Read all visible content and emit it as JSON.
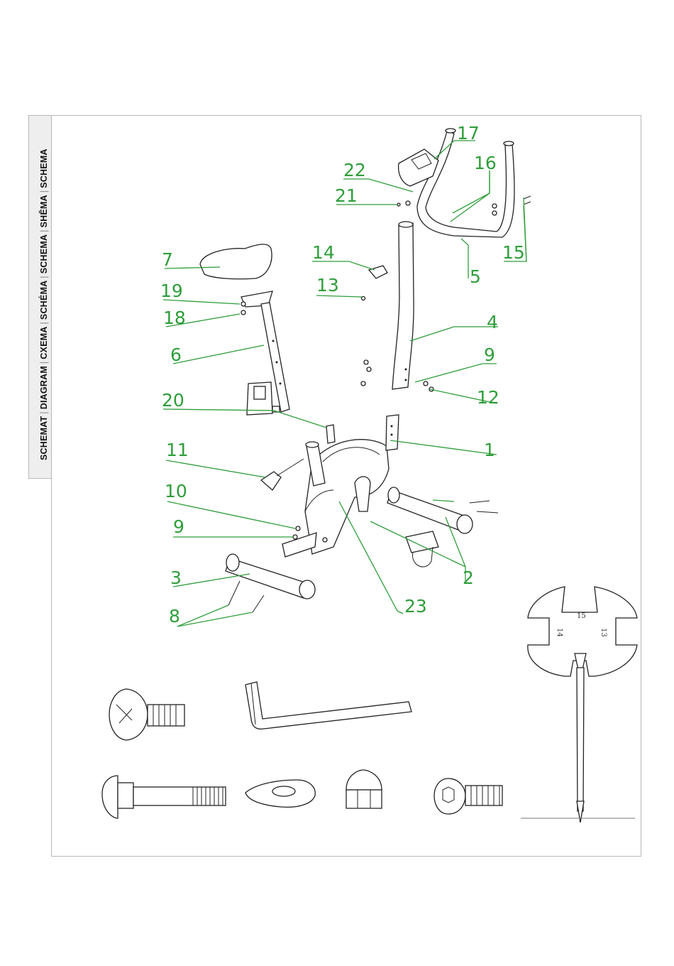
{
  "side_tab": {
    "labels": [
      "SCHEMAT",
      "DIAGRAM",
      "CXEMA",
      "SCHÉMA",
      "SCHEMA",
      "SHĒMA",
      "SCHEMA"
    ]
  },
  "callouts": {
    "c1": "1",
    "c2": "2",
    "c3": "3",
    "c4": "4",
    "c5": "5",
    "c6": "6",
    "c7": "7",
    "c8": "8",
    "c9a": "9",
    "c9b": "9",
    "c10": "10",
    "c11": "11",
    "c12": "12",
    "c13": "13",
    "c14": "14",
    "c15": "15",
    "c16": "16",
    "c17": "17",
    "c18": "18",
    "c19": "19",
    "c20": "20",
    "c21": "21",
    "c22": "22",
    "c23": "23"
  },
  "wrench": {
    "size_top": "15",
    "size_left": "14",
    "size_right": "13"
  },
  "colors": {
    "callout": "#2e9e3a",
    "line": "#222222",
    "frame": "#b8b8b8",
    "tab": "#eeeeee"
  }
}
